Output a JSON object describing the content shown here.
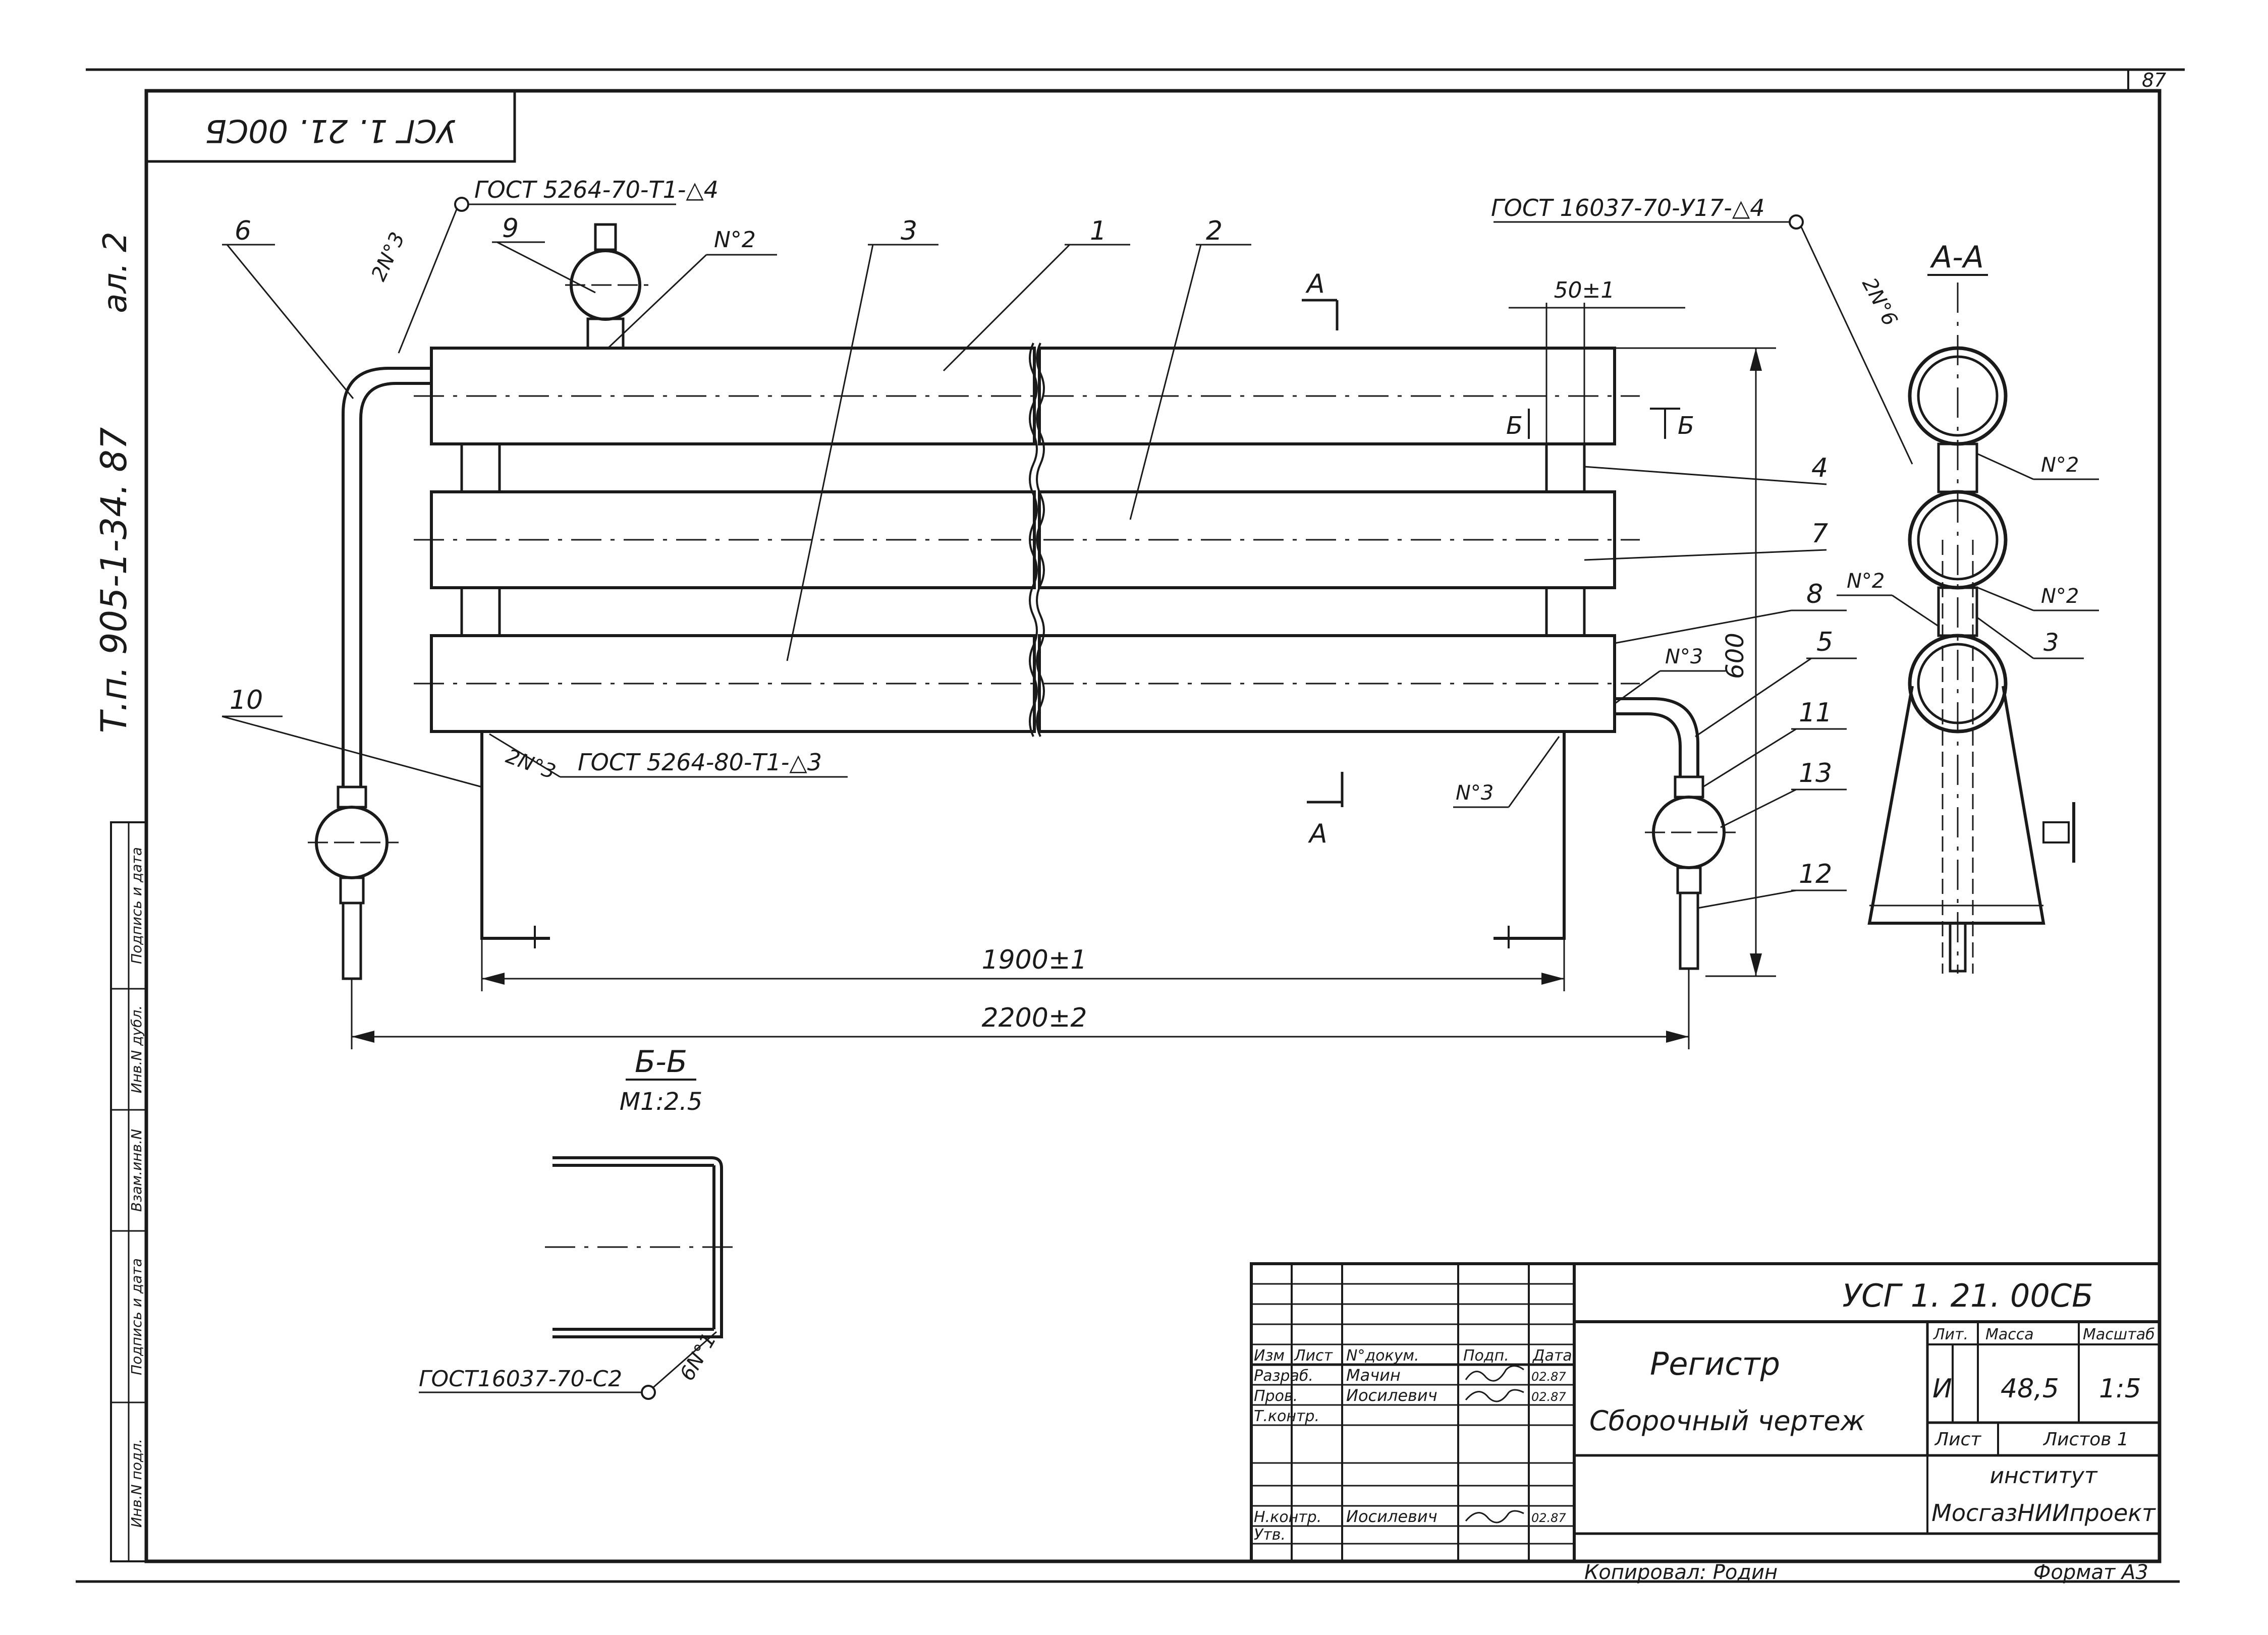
{
  "sheet": {
    "page_number": "87",
    "rotated_code": "УСГ 1. 21. 00СБ",
    "side_project": "Т.п. 905-1-34. 87",
    "side_album": "ал. 2"
  },
  "stamp_side": {
    "cols": [
      "Инв.N подл.",
      "Подпись и дата",
      "Взам.инв.N",
      "Инв.N дубл.",
      "Подпись и дата"
    ]
  },
  "callouts": {
    "weld_top_left": "ГОСТ 5264-70-Т1-△4",
    "weld_top_right": "ГОСТ 16037-70-У17-△4",
    "weld_bottom": "ГОСТ 5264-80-Т1-△3",
    "weld_bb": "ГОСТ16037-70-С2",
    "n2_a": "N°2",
    "n3_a": "2N°3",
    "n3_b": "N°3",
    "n3_c": "2N°3",
    "n3_d": "N°3",
    "n6": "2N°6",
    "n1": "6N°1",
    "sec_aa_n2_1": "N°2",
    "sec_aa_n2_2": "N°2",
    "sec_aa_n2_3": "N°2",
    "pos": [
      "1",
      "2",
      "3",
      "4",
      "5",
      "6",
      "7",
      "8",
      "9",
      "10",
      "11",
      "12",
      "13"
    ]
  },
  "dims": {
    "d50": "50±1",
    "d600": "600",
    "d1900": "1900±1",
    "d2200": "2200±2"
  },
  "sections": {
    "aa": "А-А",
    "bb": "Б-Б",
    "bb_scale": "М1:2.5",
    "a": "А",
    "b": "Б"
  },
  "title_block": {
    "code": "УСГ 1. 21. 00СБ",
    "name": "Регистр",
    "doc_type": "Сборочный чертеж",
    "hdr_izm": "Изм",
    "hdr_list": "Лист",
    "hdr_doc": "N°докум.",
    "hdr_sign": "Подп.",
    "hdr_date": "Дата",
    "r_razrab": "Разраб.",
    "r_prov": "Пров.",
    "r_tkontr": "Т.контр.",
    "r_nkontr": "Н.контр.",
    "r_utv": "Утв.",
    "n_razrab": "Мачин",
    "n_prov": "Иосилевич",
    "n_nkontr": "Иосилевич",
    "date_1": "02.87",
    "date_2": "02.87",
    "date_3": "02.87",
    "lit_label": "Лит.",
    "mass_label": "Масса",
    "scale_label": "Масштаб",
    "lit_val": "И",
    "mass_val": "48,5",
    "scale_val": "1:5",
    "sheet_label": "Лист",
    "sheets_label": "Листов 1",
    "org_1": "институт",
    "org_2": "МосгазНИИпроект",
    "copied": "Копировал: Родин",
    "format": "Формат А3"
  }
}
